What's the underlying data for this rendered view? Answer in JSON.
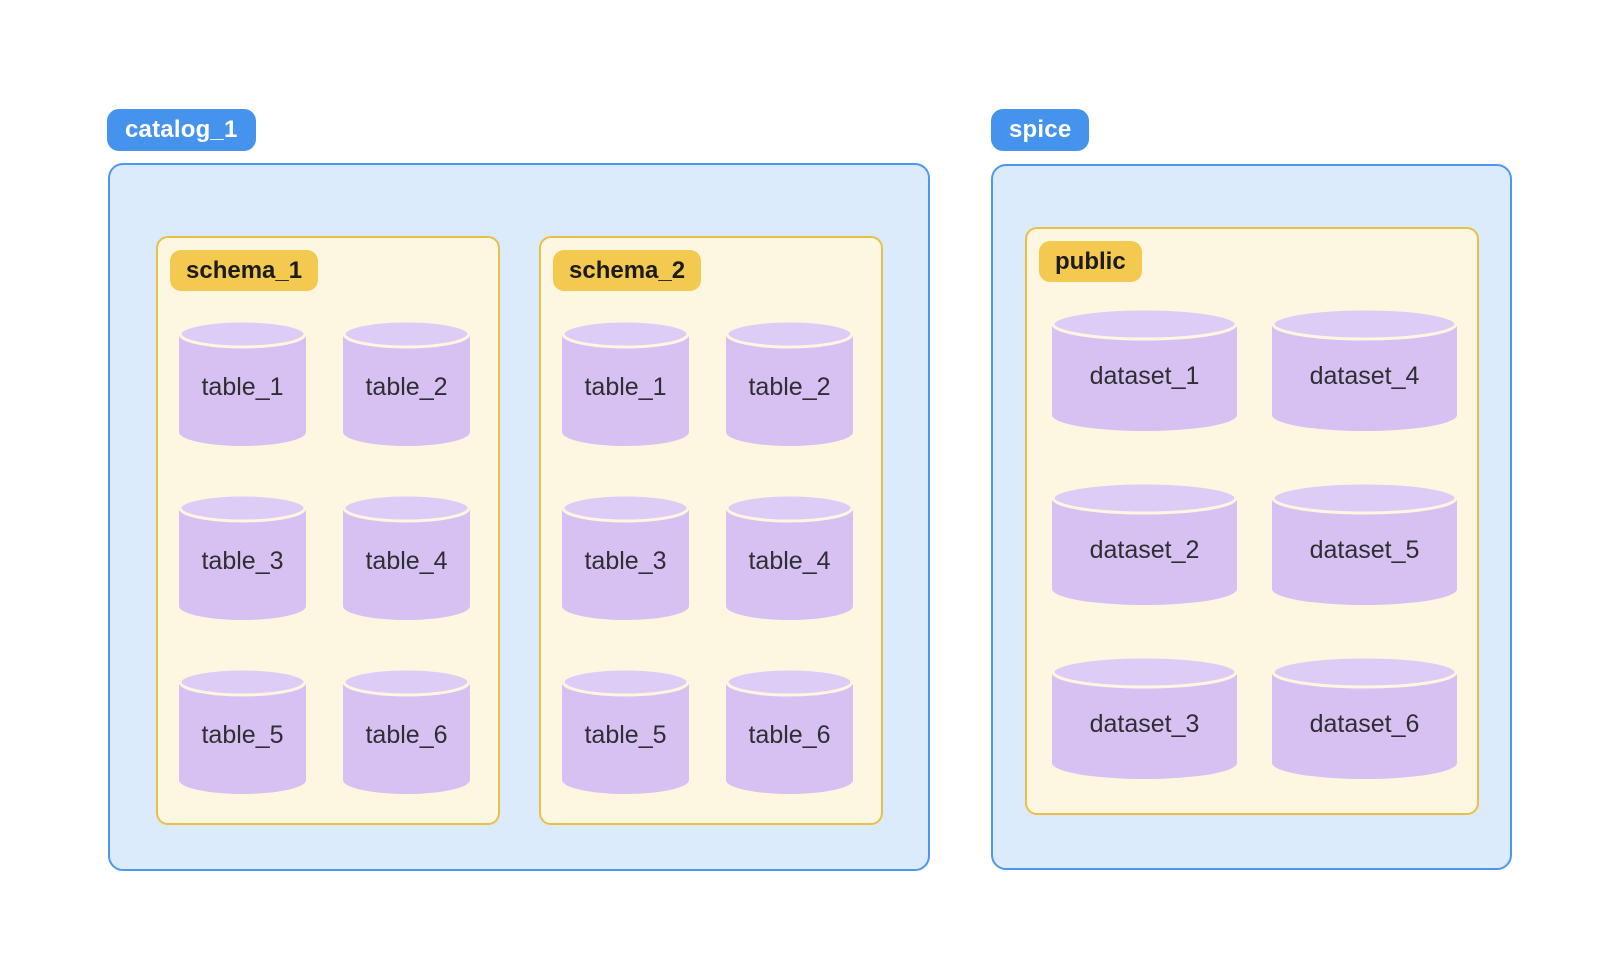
{
  "groups": [
    {
      "label": "catalog_1",
      "boxes": [
        {
          "label": "schema_1",
          "items": [
            "table_1",
            "table_2",
            "table_3",
            "table_4",
            "table_5",
            "table_6"
          ]
        },
        {
          "label": "schema_2",
          "items": [
            "table_1",
            "table_2",
            "table_3",
            "table_4",
            "table_5",
            "table_6"
          ]
        }
      ]
    },
    {
      "label": "spice",
      "boxes": [
        {
          "label": "public",
          "items": [
            "dataset_1",
            "dataset_4",
            "dataset_2",
            "dataset_5",
            "dataset_3",
            "dataset_6"
          ]
        }
      ]
    }
  ],
  "icons": {
    "item_icon": "database-cylinder-icon"
  },
  "colors": {
    "page_bg": "#ffffff",
    "catalog_chip_bg": "#4593ed",
    "catalog_chip_text": "#ffffff",
    "container_bg": "#dcebfc",
    "container_border": "#4f97ec",
    "schema_box_bg": "#fdf6e1",
    "schema_box_border": "#e9bf4a",
    "schema_chip_bg": "#f3ca4f",
    "schema_chip_text": "#1c1c20",
    "cylinder_body": "#d6c1f2",
    "cylinder_top": "#ddccf6",
    "cylinder_label_text": "#2e2e33"
  }
}
